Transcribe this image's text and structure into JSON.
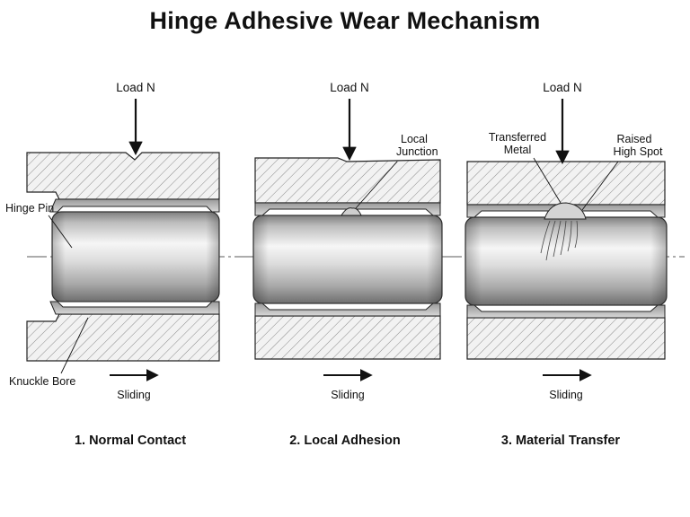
{
  "title": "Hinge Adhesive Wear Mechanism",
  "panels": [
    {
      "load_label": "Load N",
      "sliding_label": "Sliding",
      "caption": "1. Normal Contact",
      "callouts": [
        "Hinge Pin",
        "Knuckle Bore"
      ]
    },
    {
      "load_label": "Load N",
      "sliding_label": "Sliding",
      "caption": "2. Local Adhesion",
      "callouts": [
        "Local",
        "Junction"
      ]
    },
    {
      "load_label": "Load N",
      "sliding_label": "Sliding",
      "caption": "3. Material Transfer",
      "callouts": [
        "Transferred",
        "Metal",
        "Raised",
        "High Spot"
      ]
    }
  ],
  "colors": {
    "ink": "#111111",
    "hatch": "#777777",
    "pin_light": "#f4f4f4",
    "pin_dark": "#8a8a8a"
  }
}
